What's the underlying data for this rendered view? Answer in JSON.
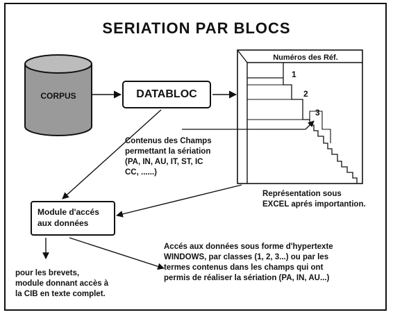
{
  "title": "SERIATION PAR BLOCS",
  "nodes": {
    "corpus": "CORPUS",
    "databloc": "DATABLOC",
    "module": "Module d'accés\naux données"
  },
  "matrix": {
    "header": "Numéros des Réf.",
    "blocks": [
      "1",
      "2",
      "3"
    ]
  },
  "annotations": {
    "champs": "Contenus des Champs\npermettant la sériation\n(PA, IN, AU, IT, ST, IC\nCC, ......)",
    "excel": "Représentation sous\nEXCEL aprés importantion.",
    "brevets": "pour les brevets,\nmodule donnant accès à\nla CIB en texte complet.",
    "hypertexte": "Accés aux données sous forme d'hypertexte\nWINDOWS, par classes (1, 2, 3...) ou par les\ntermes contenus dans les champs qui ont\npermis de réaliser la sériation (PA, IN, AU...)"
  },
  "colors": {
    "ink": "#111111",
    "background": "#ffffff"
  }
}
